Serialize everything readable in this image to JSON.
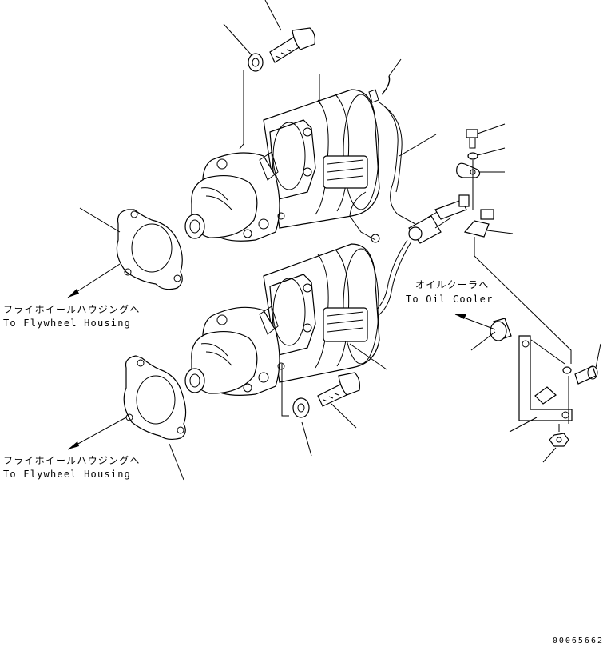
{
  "labels": {
    "flywheel_upper_jp": "フライホイールハウジングへ",
    "flywheel_upper_en": "To Flywheel Housing",
    "flywheel_lower_jp": "フライホイールハウジングへ",
    "flywheel_lower_en": "To Flywheel Housing",
    "oil_cooler_jp": "オイルクーラへ",
    "oil_cooler_en": "To Oil Cooler"
  },
  "figure_number": "00065662"
}
